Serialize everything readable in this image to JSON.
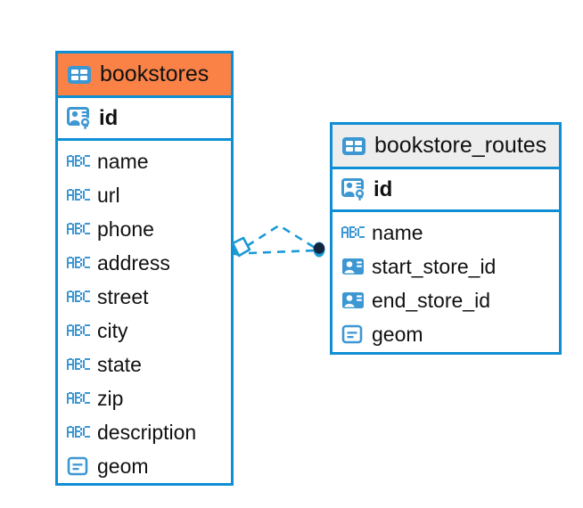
{
  "diagram": {
    "type": "entity-relationship-diagram",
    "colors": {
      "border": "#0e8fd4",
      "header_highlight": "#fa8247",
      "header_default": "#ededed",
      "icon_blue": "#3d97d3",
      "connector": "#1b9ad6",
      "connector_endpoint": "#12263f",
      "text": "#111111",
      "background": "#ffffff"
    },
    "entities": [
      {
        "id": "bookstores",
        "name": "bookstores",
        "header_icon": "table-icon",
        "header_style": "highlighted",
        "primary_key": {
          "name": "id",
          "icon": "primary-key-icon",
          "type_hint": "key"
        },
        "fields": [
          {
            "name": "name",
            "icon": "text-type-icon"
          },
          {
            "name": "url",
            "icon": "text-type-icon"
          },
          {
            "name": "phone",
            "icon": "text-type-icon"
          },
          {
            "name": "address",
            "icon": "text-type-icon"
          },
          {
            "name": "street",
            "icon": "text-type-icon"
          },
          {
            "name": "city",
            "icon": "text-type-icon"
          },
          {
            "name": "state",
            "icon": "text-type-icon"
          },
          {
            "name": "zip",
            "icon": "text-type-icon"
          },
          {
            "name": "description",
            "icon": "text-type-icon"
          },
          {
            "name": "geom",
            "icon": "geometry-type-icon"
          }
        ]
      },
      {
        "id": "bookstore_routes",
        "name": "bookstore_routes",
        "header_icon": "table-icon",
        "header_style": "default",
        "primary_key": {
          "name": "id",
          "icon": "primary-key-icon",
          "type_hint": "key"
        },
        "fields": [
          {
            "name": "name",
            "icon": "text-type-icon"
          },
          {
            "name": "start_store_id",
            "icon": "foreign-key-icon"
          },
          {
            "name": "end_store_id",
            "icon": "foreign-key-icon"
          },
          {
            "name": "geom",
            "icon": "geometry-type-icon"
          }
        ]
      }
    ],
    "relationships": [
      {
        "id": "bookstores-to-bookstore-routes",
        "from": "bookstores",
        "to": "bookstore_routes",
        "line_style": "dashed",
        "source_marker": "diamond-marker",
        "target_marker": "dot-marker"
      }
    ]
  }
}
